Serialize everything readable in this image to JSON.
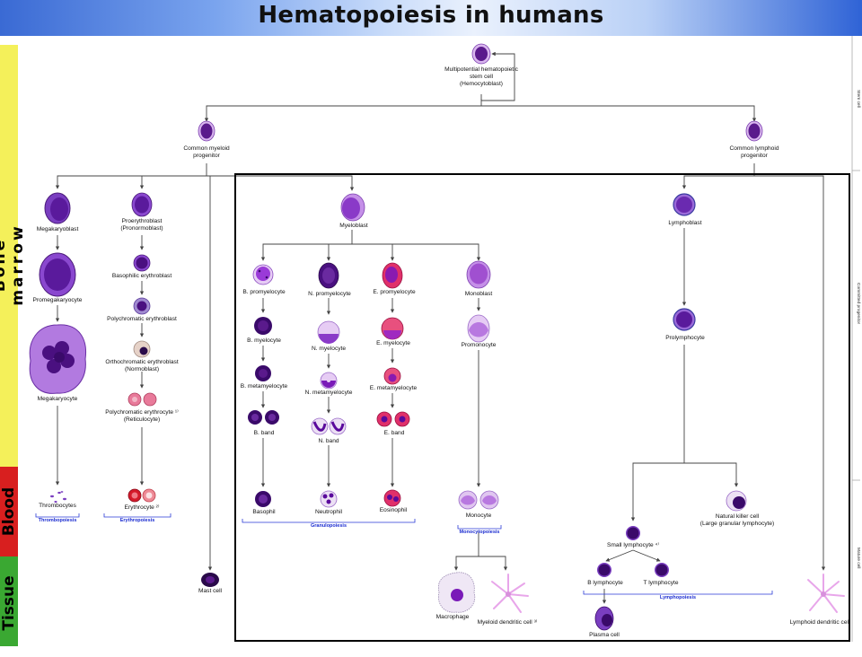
{
  "title": "Hematopoiesis in humans",
  "bands": [
    {
      "label": "Bone marrow",
      "color": "#f4f05a"
    },
    {
      "label": "Blood",
      "color": "#d81f1f"
    },
    {
      "label": "Tissue",
      "color": "#3aa832"
    }
  ],
  "side_labels": {
    "stem": "Stem cell",
    "committed": "Committed progenitor",
    "mature": "Mature cell"
  },
  "cells": {
    "hsc": [
      "Multipotential hematopoietic",
      "stem cell",
      "(Hemocytoblast)"
    ],
    "cmp": [
      "Common myeloid",
      "progenitor"
    ],
    "clp": [
      "Common lymphoid",
      "progenitor"
    ],
    "megakaryoblast": [
      "Megakaryoblast"
    ],
    "promegakaryocyte": [
      "Promegakaryocyte"
    ],
    "megakaryocyte": [
      "Megakaryocyte"
    ],
    "thrombocytes": [
      "Thrombocytes"
    ],
    "proerythroblast": [
      "Proerythroblast",
      "(Pronormoblast)"
    ],
    "basophilic_erythroblast": [
      "Basophilic erythroblast"
    ],
    "polychromatic_erythroblast": [
      "Polychromatic erythroblast"
    ],
    "orthochromatic_erythroblast": [
      "Orthochromatic erythroblast",
      "(Normoblast)"
    ],
    "polychromatic_erythrocyte": [
      "Polychromatic erythrocyte ¹⁾",
      "(Reticulocyte)"
    ],
    "erythrocyte": [
      "Erythrocyte ²⁾"
    ],
    "mast_cell": [
      "Mast cell"
    ],
    "myeloblast": [
      "Myeloblast"
    ],
    "b_promyelocyte": [
      "B. promyelocyte"
    ],
    "n_promyelocyte": [
      "N. promyelocyte"
    ],
    "e_promyelocyte": [
      "E. promyelocyte"
    ],
    "monoblast": [
      "Monoblast"
    ],
    "b_myelocyte": [
      "B. myelocyte"
    ],
    "n_myelocyte": [
      "N. myelocyte"
    ],
    "e_myelocyte": [
      "E. myelocyte"
    ],
    "promonocyte": [
      "Promonocyte"
    ],
    "b_metamyelocyte": [
      "B. metamyelocyte"
    ],
    "n_metamyelocyte": [
      "N. metamyelocyte"
    ],
    "e_metamyelocyte": [
      "E. metamyelocyte"
    ],
    "b_band": [
      "B. band"
    ],
    "n_band": [
      "N. band"
    ],
    "e_band": [
      "E. band"
    ],
    "basophil": [
      "Basophil"
    ],
    "neutrophil": [
      "Neutrophil"
    ],
    "eosinophil": [
      "Eosinophil"
    ],
    "monocyte": [
      "Monocyte"
    ],
    "macrophage": [
      "Macrophage"
    ],
    "myeloid_dendritic": [
      "Myeloid dendritic cell ³⁾"
    ],
    "lymphoblast": [
      "Lymphoblast"
    ],
    "prolymphocyte": [
      "Prolymphocyte"
    ],
    "small_lymphocyte": [
      "Small lymphocyte ⁴⁾"
    ],
    "nk_cell": [
      "Natural killer cell",
      "(Large granular lymphocyte)"
    ],
    "b_lymphocyte": [
      "B lymphocyte"
    ],
    "t_lymphocyte": [
      "T lymphocyte"
    ],
    "plasma_cell": [
      "Plasma cell"
    ],
    "lymphoid_dendritic": [
      "Lymphoid dendritic cell"
    ]
  },
  "groups": {
    "thrombopoiesis": "Thrombopoiesis",
    "erythropoiesis": "Erythropoiesis",
    "granulopoiesis": "Granulopoiesis",
    "monocytopoiesis": "Monocytopoiesis",
    "lymphopoiesis": "Lymphopoiesis"
  },
  "colors": {
    "cytoplasm": "#b46bd8",
    "nucleus": "#5a1a8c",
    "erythro": "#e04a5a",
    "eosin": "#e0306a",
    "connector": "#555555",
    "group_line": "#2a3ad6",
    "highlight_frame": "#000000"
  }
}
